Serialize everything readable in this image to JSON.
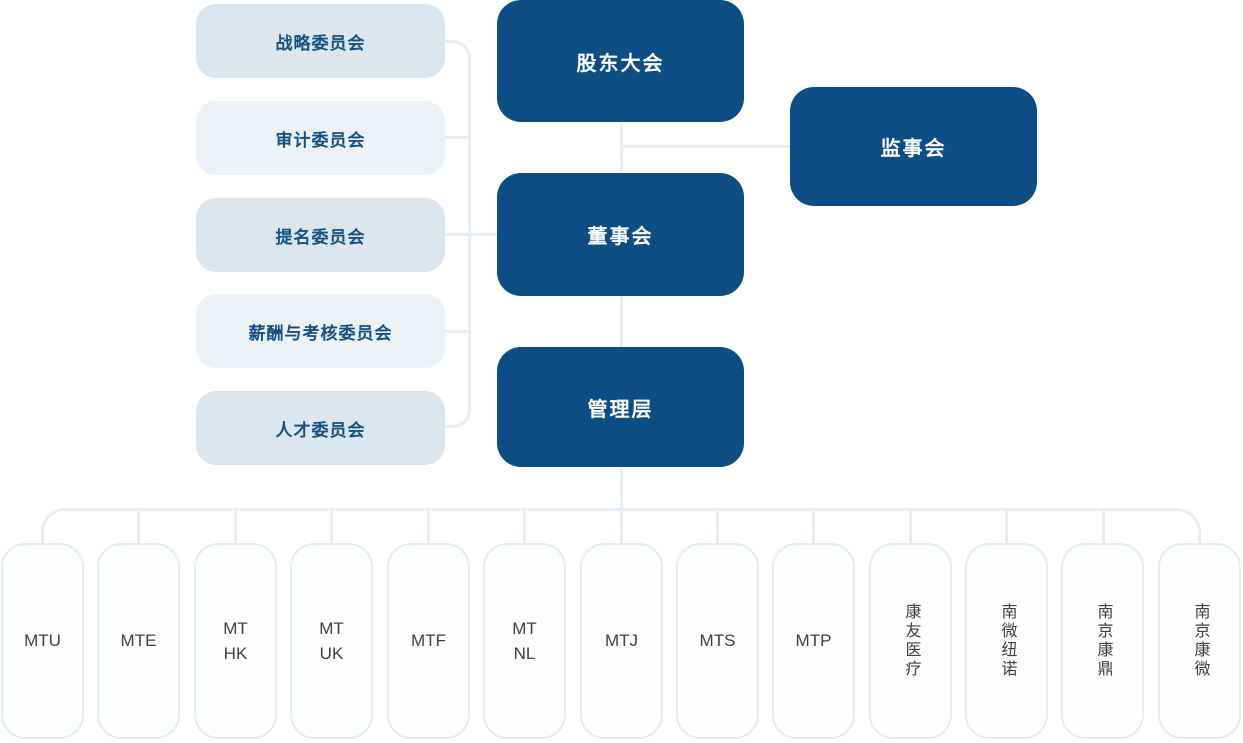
{
  "diagram": {
    "type": "org-chart",
    "governance": {
      "shareholders": "股东大会",
      "board": "董事会",
      "management": "管理层",
      "supervisory": "监事会"
    },
    "committees": [
      {
        "label": "战略委员会"
      },
      {
        "label": "审计委员会"
      },
      {
        "label": "提名委员会"
      },
      {
        "label": "薪酬与考核委员会"
      },
      {
        "label": "人才委员会"
      }
    ],
    "subsidiaries": [
      {
        "label": "MTU"
      },
      {
        "label": "MTE"
      },
      {
        "label": "MT\nHK"
      },
      {
        "label": "MT\nUK"
      },
      {
        "label": "MTF"
      },
      {
        "label": "MT\nNL"
      },
      {
        "label": "MTJ"
      },
      {
        "label": "MTS"
      },
      {
        "label": "MTP"
      },
      {
        "label": "康友医疗",
        "vertical": true
      },
      {
        "label": "南微纽诺",
        "vertical": true
      },
      {
        "label": "南京康鼎",
        "vertical": true
      },
      {
        "label": "南京康微",
        "vertical": true
      }
    ],
    "colors": {
      "primary_dark_blue": "#0d4d84",
      "committee_bg_dark": "#dbe6ef",
      "committee_bg_light": "#ecf2f8",
      "committee_text": "#174e7e",
      "connector_line": "#e8eef6",
      "subsidiary_border": "#e4ecf7",
      "subsidiary_text": "#3f3f42"
    }
  }
}
